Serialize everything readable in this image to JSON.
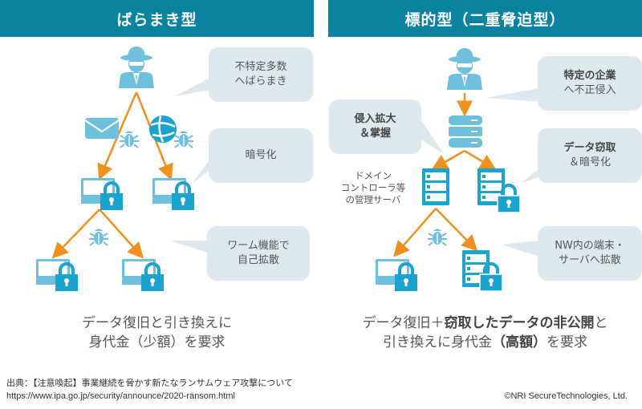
{
  "left_panel": {
    "title": "ばらまき型",
    "bubbles": [
      {
        "line1": "不特定多数",
        "line2": "へばらまき"
      },
      {
        "line1": "暗号化",
        "line2": ""
      },
      {
        "line1": "ワーム機能で",
        "line2": "自己拡散"
      }
    ],
    "caption": {
      "line1": "データ復旧と引き換えに",
      "line2": "身代金（少額）を要求"
    }
  },
  "right_panel": {
    "title": "標的型（二重脅迫型）",
    "bubbles": [
      {
        "line1": "特定の企業",
        "line2": "へ不正侵入"
      },
      {
        "line1": "侵入拡大",
        "line2": "＆掌握"
      },
      {
        "line1": "データ窃取",
        "line2": "＆暗号化"
      },
      {
        "line1": "NW内の端末・",
        "line2": "サーバへ拡散"
      }
    ],
    "server_note": {
      "line1": "ドメイン",
      "line2": "コントローラ等",
      "line3": "の管理サーバ"
    },
    "caption": {
      "line1_plain": "データ復旧＋",
      "line1_bold": "窃取したデータの非公開",
      "line1_end": "と",
      "line2_a": "引き換えに身代金",
      "line2_bold": "（高額）",
      "line2_b": "を要求"
    }
  },
  "footer": {
    "source_line": "出典：【注意喚起】事業継続を脅かす新たなランサムウェア攻撃について",
    "url": "https://www.ipa.go.jp/security/announce/2020-ransom.html",
    "copyright": "©NRI SecureTechnologies, Ltd."
  },
  "colors": {
    "header": "#0a82a0",
    "bubble": "#dde9ee",
    "arrow": "#f0901e",
    "icon_light": "#6ec0dc",
    "icon_dark": "#1aa3cf"
  }
}
